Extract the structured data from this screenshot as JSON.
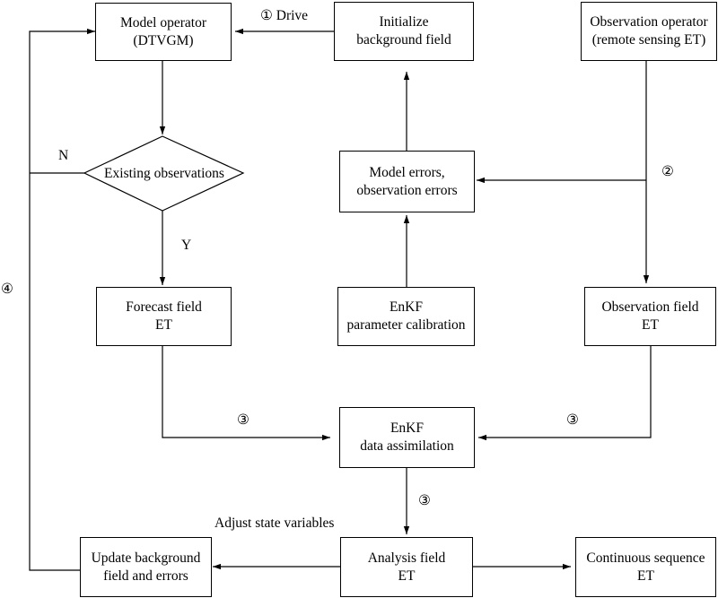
{
  "nodes": {
    "model_operator": [
      "Model operator",
      "(DTVGM)"
    ],
    "initialize": [
      "Initialize",
      "background field"
    ],
    "observation_operator": [
      "Observation operator",
      "(remote sensing ET)"
    ],
    "existing_observations": "Existing observations",
    "model_errors": [
      "Model errors,",
      "observation errors"
    ],
    "enkf_calibration": [
      "EnKF",
      "parameter calibration"
    ],
    "forecast_field": [
      "Forecast field",
      "ET"
    ],
    "observation_field": [
      "Observation field",
      "ET"
    ],
    "enkf_assimilation": [
      "EnKF",
      "data assimilation"
    ],
    "update_background": [
      "Update background",
      "field and errors"
    ],
    "analysis_field": [
      "Analysis field",
      "ET"
    ],
    "continuous_sequence": [
      "Continuous sequence",
      "ET"
    ]
  },
  "edge_labels": {
    "drive": "① Drive",
    "step2": "②",
    "step3_left": "③",
    "step3_right": "③",
    "step3_down": "③",
    "step4": "④",
    "no": "N",
    "yes": "Y",
    "adjust": "Adjust state variables"
  }
}
